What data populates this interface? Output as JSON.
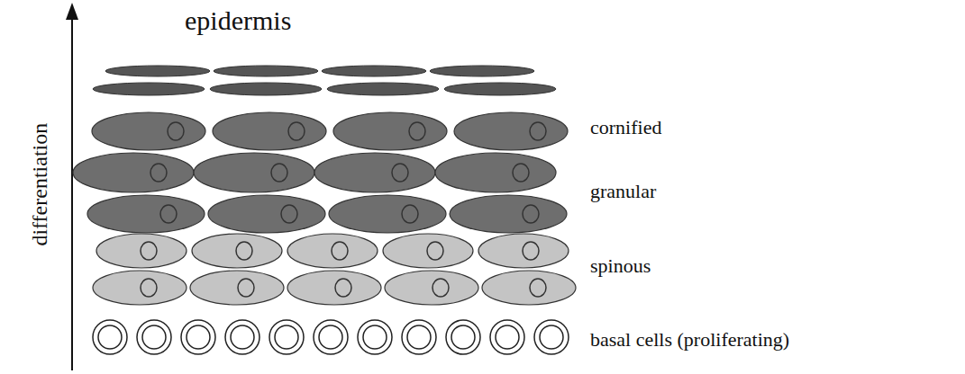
{
  "diagram": {
    "title": "epidermis",
    "labels": [
      "differentiation",
      "cornified",
      "granular",
      "spinous",
      "basal cells (proliferating)"
    ]
  }
}
